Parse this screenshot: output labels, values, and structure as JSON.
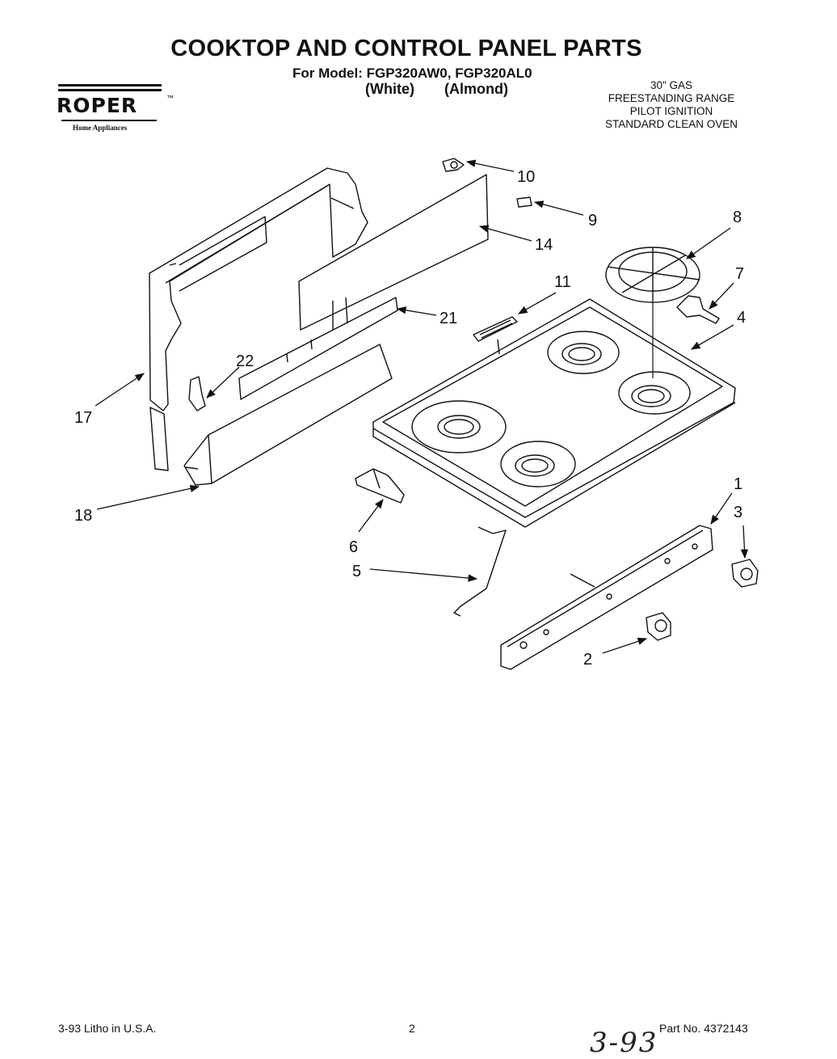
{
  "header": {
    "title": "COOKTOP AND CONTROL PANEL PARTS",
    "model_line": "For Model: FGP320AW0, FGP320AL0",
    "color_white": "(White)",
    "color_almond": "(Almond)"
  },
  "spec": {
    "line1": "30\" GAS",
    "line2": "FREESTANDING RANGE",
    "line3": "PILOT IGNITION",
    "line4": "STANDARD CLEAN OVEN"
  },
  "logo": {
    "brand": "ROPER",
    "trademark": "™",
    "subtitle": "Home Appliances"
  },
  "callouts": [
    "10",
    "9",
    "14",
    "8",
    "11",
    "7",
    "21",
    "4",
    "22",
    "17",
    "18",
    "1",
    "3",
    "6",
    "5",
    "2"
  ],
  "footer": {
    "left": "3-93  Litho in U.S.A.",
    "page": "2",
    "part_no": "Part No. 4372143",
    "handwritten_date": "3-93"
  }
}
